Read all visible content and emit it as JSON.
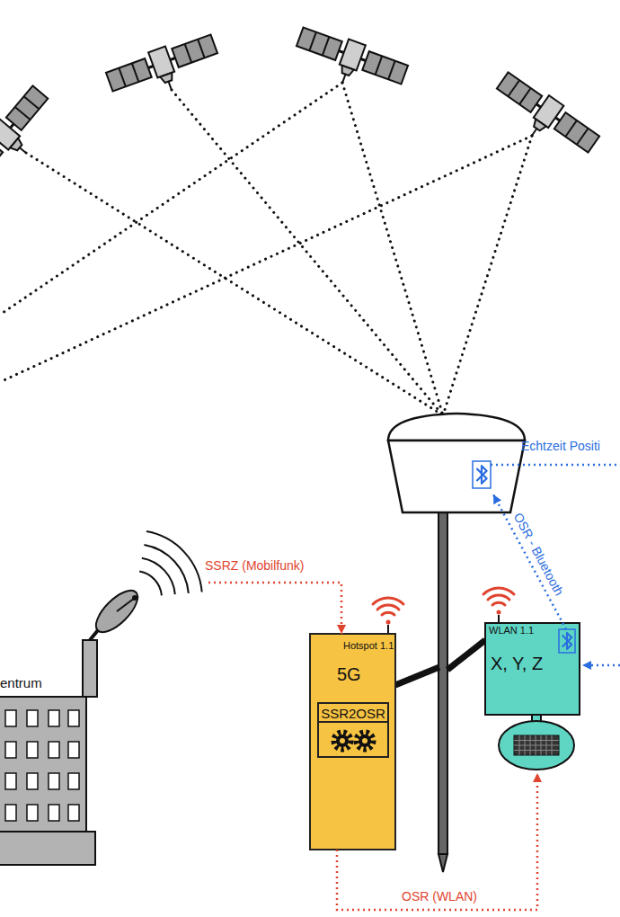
{
  "diagram": {
    "nodes": [
      {
        "text": [
          "entrum"
        ]
      },
      {
        "text": [
          "Hotspot 1.1",
          "5G"
        ]
      },
      {
        "text": [
          "SSR2OSR"
        ],
        "in": 1
      },
      {
        "text": [
          "WLAN 1.1",
          "X, Y, Z"
        ]
      }
    ],
    "edges": [
      {
        "from": 0,
        "to": 1,
        "arrow": "to",
        "label": "SSRZ (Mobilfunk)"
      },
      {
        "from": 1,
        "to": 3,
        "arrow": "to",
        "label": "OSR (WLAN)"
      }
    ],
    "labels": [
      "Echtzeit Positi",
      "OSR - Bluetooth"
    ]
  }
}
